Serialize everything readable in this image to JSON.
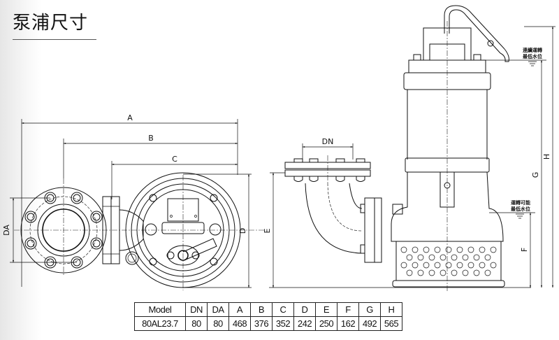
{
  "title": "泵浦尺寸",
  "dimension_labels": {
    "A": "A",
    "B": "B",
    "C": "C",
    "D": "D",
    "E": "E",
    "F": "F",
    "G": "G",
    "H": "H",
    "DA": "DA",
    "DN": "DN"
  },
  "water_levels": {
    "continuous_min": [
      "連續運轉",
      "最低水位"
    ],
    "operable_min": [
      "運轉可能",
      "最低水位"
    ]
  },
  "table": {
    "headers": [
      "Model",
      "DN",
      "DA",
      "A",
      "B",
      "C",
      "D",
      "E",
      "F",
      "G",
      "H"
    ],
    "rows": [
      [
        "80AL23.7",
        "80",
        "80",
        "468",
        "376",
        "352",
        "242",
        "250",
        "162",
        "492",
        "565"
      ]
    ]
  }
}
